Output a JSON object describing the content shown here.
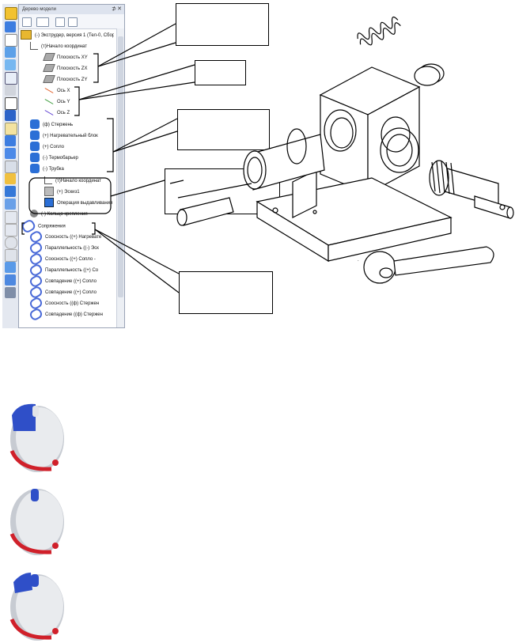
{
  "panel": {
    "title": "Дерево модели",
    "pin": "⊅",
    "close": "✕"
  },
  "tree": {
    "root": "(-) Экструдер, версия 1 (Тел-0, Сбор",
    "items": [
      {
        "label": "(т)Начало координат",
        "level": 1,
        "icon": "origin-icon"
      },
      {
        "label": "Плоскость XY",
        "level": 2,
        "icon": "plane-icon"
      },
      {
        "label": "Плоскость ZX",
        "level": 2,
        "icon": "plane-icon"
      },
      {
        "label": "Плоскость ZY",
        "level": 2,
        "icon": "plane-icon"
      },
      {
        "label": "Ось X",
        "level": 2,
        "icon": "axis-x-icon"
      },
      {
        "label": "Ось Y",
        "level": 2,
        "icon": "axis-y-icon"
      },
      {
        "label": "Ось Z",
        "level": 2,
        "icon": "axis-z-icon"
      },
      {
        "label": "(ф) Стержень",
        "level": 1,
        "icon": "part-icon"
      },
      {
        "label": "(+) Нагревательный блок",
        "level": 1,
        "icon": "part-icon"
      },
      {
        "label": "(+) Сопло",
        "level": 1,
        "icon": "part-icon"
      },
      {
        "label": "(-) Термобарьер",
        "level": 1,
        "icon": "part-icon"
      },
      {
        "label": "(-) Трубка",
        "level": 1,
        "icon": "part-icon"
      },
      {
        "label": "(т)Начало координат",
        "level": 2,
        "icon": "origin-icon"
      },
      {
        "label": "(+) Эскиз1",
        "level": 2,
        "icon": "sketch-icon"
      },
      {
        "label": "Операция выдавливания",
        "level": 2,
        "icon": "extrude-icon"
      },
      {
        "label": "(-) Кольцо крепления",
        "level": 1,
        "icon": "ring-icon"
      },
      {
        "label": "Сопряжения",
        "level": 0,
        "icon": "mates-icon"
      },
      {
        "label": "Соосность ((+) Нагревате",
        "level": 1,
        "icon": "mate-icon"
      },
      {
        "label": "Параллельность ((-) Эск",
        "level": 1,
        "icon": "mate-icon"
      },
      {
        "label": "Соосность ((+) Сопло -",
        "level": 1,
        "icon": "mate-icon"
      },
      {
        "label": "Параллельность ((+) Со",
        "level": 1,
        "icon": "mate-icon"
      },
      {
        "label": "Совпадение ((+) Сопло",
        "level": 1,
        "icon": "mate-icon"
      },
      {
        "label": "Совпадение ((+) Сопло",
        "level": 1,
        "icon": "mate-icon"
      },
      {
        "label": "Соосность ((ф) Стержен",
        "level": 1,
        "icon": "mate-icon"
      },
      {
        "label": "Совпадение ((ф) Стержен",
        "level": 1,
        "icon": "mate-icon"
      }
    ]
  },
  "colors": {
    "panel_border": "#9aa4b6",
    "part_blue": "#2b6fd6",
    "mate_blue": "#4b6bd8",
    "mouse_accent": "#d0202a"
  },
  "icons": {
    "toolbar": [
      "select-icon",
      "mate-icon",
      "move-icon",
      "rotate-icon",
      "fillet-icon",
      "sketch-icon",
      "dimension-icon",
      "measure-icon",
      "list-icon",
      "view-icon",
      "zoom-icon",
      "part-icon",
      "library-icon"
    ],
    "mice": [
      "mouse-left-click-icon",
      "mouse-scroll-icon",
      "mouse-scroll-drag-icon"
    ]
  }
}
